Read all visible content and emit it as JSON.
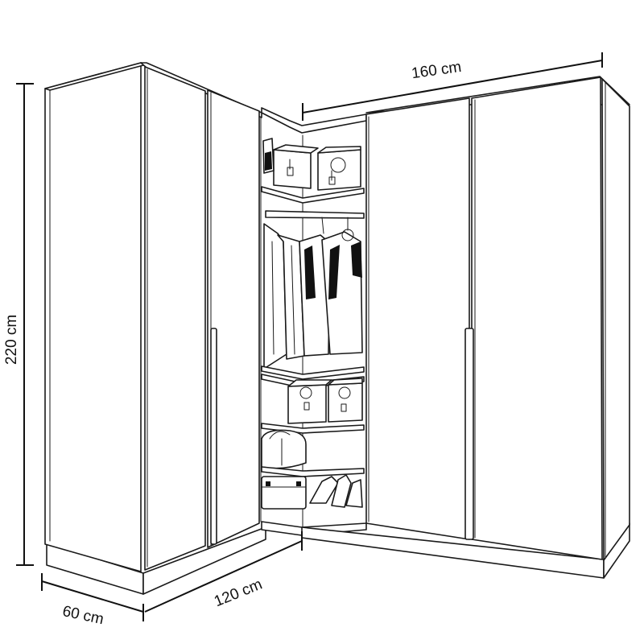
{
  "dimensions": {
    "height": "220 cm",
    "back_width": "160 cm",
    "depth": "60 cm",
    "side_length": "120 cm"
  }
}
